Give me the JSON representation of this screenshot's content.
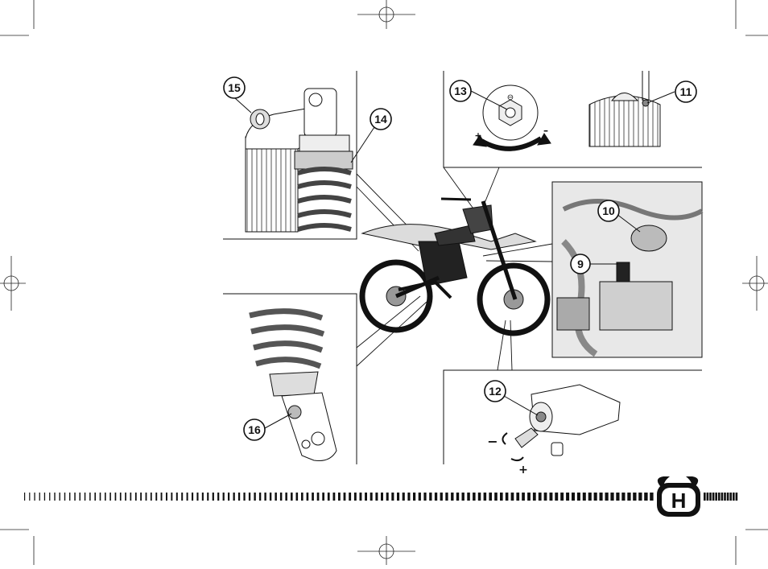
{
  "callouts": [
    {
      "id": "callout-9",
      "number": "9"
    },
    {
      "id": "callout-10",
      "number": "10"
    },
    {
      "id": "callout-11",
      "number": "11"
    },
    {
      "id": "callout-12",
      "number": "12"
    },
    {
      "id": "callout-13",
      "number": "13"
    },
    {
      "id": "callout-14",
      "number": "14"
    },
    {
      "id": "callout-15",
      "number": "15"
    },
    {
      "id": "callout-16",
      "number": "16"
    }
  ],
  "adjust_signs": {
    "minus": "−",
    "plus": "+",
    "minus_small": "–",
    "plus_small": "+",
    "minus_circle": "⊖"
  },
  "logo": {
    "letter": "H",
    "brand": "Husqvarna"
  },
  "colors": {
    "ink": "#111111",
    "paper": "#ffffff",
    "photo_bg": "#e8e8e8"
  }
}
